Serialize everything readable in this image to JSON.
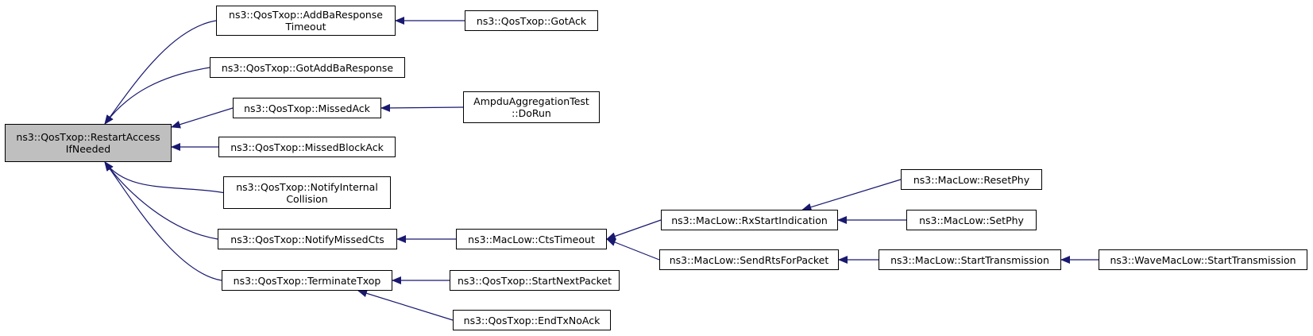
{
  "colors": {
    "edge": "#191970",
    "root_fill": "#bfbfbf",
    "node_fill": "#ffffff",
    "border": "#000000"
  },
  "nodes": {
    "restart": {
      "line1": "ns3::QosTxop::RestartAccess",
      "line2": "IfNeeded"
    },
    "addba_timeout": {
      "line1": "ns3::QosTxop::AddBaResponse",
      "line2": "Timeout"
    },
    "gotack": {
      "line1": "ns3::QosTxop::GotAck"
    },
    "gotaddba": {
      "line1": "ns3::QosTxop::GotAddBaResponse"
    },
    "missedack": {
      "line1": "ns3::QosTxop::MissedAck"
    },
    "ampdu": {
      "line1": "AmpduAggregationTest",
      "line2": "::DoRun"
    },
    "missedblockack": {
      "line1": "ns3::QosTxop::MissedBlockAck"
    },
    "notifyinternal": {
      "line1": "ns3::QosTxop::NotifyInternal",
      "line2": "Collision"
    },
    "notifymissedcts": {
      "line1": "ns3::QosTxop::NotifyMissedCts"
    },
    "ctstimeout": {
      "line1": "ns3::MacLow::CtsTimeout"
    },
    "rxstart": {
      "line1": "ns3::MacLow::RxStartIndication"
    },
    "resetphy": {
      "line1": "ns3::MacLow::ResetPhy"
    },
    "setphy": {
      "line1": "ns3::MacLow::SetPhy"
    },
    "sendrts": {
      "line1": "ns3::MacLow::SendRtsForPacket"
    },
    "starttx": {
      "line1": "ns3::MacLow::StartTransmission"
    },
    "wavestarttx": {
      "line1": "ns3::WaveMacLow::StartTransmission"
    },
    "terminatetxop": {
      "line1": "ns3::QosTxop::TerminateTxop"
    },
    "startnext": {
      "line1": "ns3::QosTxop::StartNextPacket"
    },
    "endtxnoack": {
      "line1": "ns3::QosTxop::EndTxNoAck"
    }
  },
  "edges": [
    [
      "addba_timeout",
      "restart"
    ],
    [
      "gotaddba",
      "restart"
    ],
    [
      "missedack",
      "restart"
    ],
    [
      "missedblockack",
      "restart"
    ],
    [
      "notifyinternal",
      "restart"
    ],
    [
      "notifymissedcts",
      "restart"
    ],
    [
      "terminatetxop",
      "restart"
    ],
    [
      "gotack",
      "addba_timeout"
    ],
    [
      "ampdu",
      "missedack"
    ],
    [
      "ctstimeout",
      "notifymissedcts"
    ],
    [
      "rxstart",
      "ctstimeout"
    ],
    [
      "sendrts",
      "ctstimeout"
    ],
    [
      "resetphy",
      "rxstart"
    ],
    [
      "setphy",
      "rxstart"
    ],
    [
      "starttx",
      "sendrts"
    ],
    [
      "wavestarttx",
      "starttx"
    ],
    [
      "startnext",
      "terminatetxop"
    ],
    [
      "endtxnoack",
      "terminatetxop"
    ]
  ]
}
